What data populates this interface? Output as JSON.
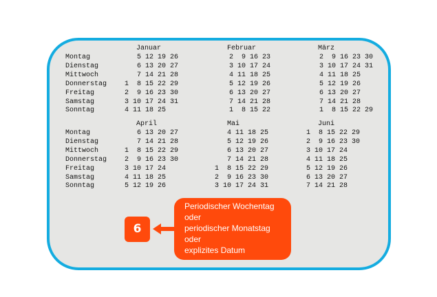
{
  "weekdays": [
    "Montag",
    "Dienstag",
    "Mittwoch",
    "Donnerstag",
    "Freitag",
    "Samstag",
    "Sonntag"
  ],
  "months": [
    {
      "name": "Januar",
      "rows": [
        "    5 12 19 26",
        "    6 13 20 27",
        "    7 14 21 28",
        " 1  8 15 22 29",
        " 2  9 16 23 30",
        " 3 10 17 24 31",
        " 4 11 18 25"
      ]
    },
    {
      "name": "Februar",
      "rows": [
        " 2  9 16 23",
        " 3 10 17 24",
        " 4 11 18 25",
        " 5 12 19 26",
        " 6 13 20 27",
        " 7 14 21 28",
        " 1  8 15 22"
      ]
    },
    {
      "name": "März",
      "rows": [
        " 2  9 16 23 30",
        " 3 10 17 24 31",
        " 4 11 18 25",
        " 5 12 19 26",
        " 6 13 20 27",
        " 7 14 21 28",
        " 1  8 15 22 29"
      ]
    },
    {
      "name": "April",
      "rows": [
        "    6 13 20 27",
        "    7 14 21 28",
        " 1  8 15 22 29",
        " 2  9 16 23 30",
        " 3 10 17 24",
        " 4 11 18 25",
        " 5 12 19 26"
      ]
    },
    {
      "name": "Mai",
      "rows": [
        "    4 11 18 25",
        "    5 12 19 26",
        "    6 13 20 27",
        "    7 14 21 28",
        " 1  8 15 22 29",
        " 2  9 16 23 30",
        " 3 10 17 24 31"
      ]
    },
    {
      "name": "Juni",
      "rows": [
        " 1  8 15 22 29",
        " 2  9 16 23 30",
        " 3 10 17 24",
        " 4 11 18 25",
        " 5 12 19 26",
        " 6 13 20 27",
        " 7 14 21 28"
      ]
    }
  ],
  "callout": {
    "lines": [
      "Periodischer Wochentag",
      "oder",
      "periodischer Monatstag",
      "oder",
      "explizites Datum"
    ]
  },
  "badge": "6",
  "colors": {
    "frame": "#14ace0",
    "accent": "#ff4a0c",
    "background": "#e6e6e4"
  }
}
